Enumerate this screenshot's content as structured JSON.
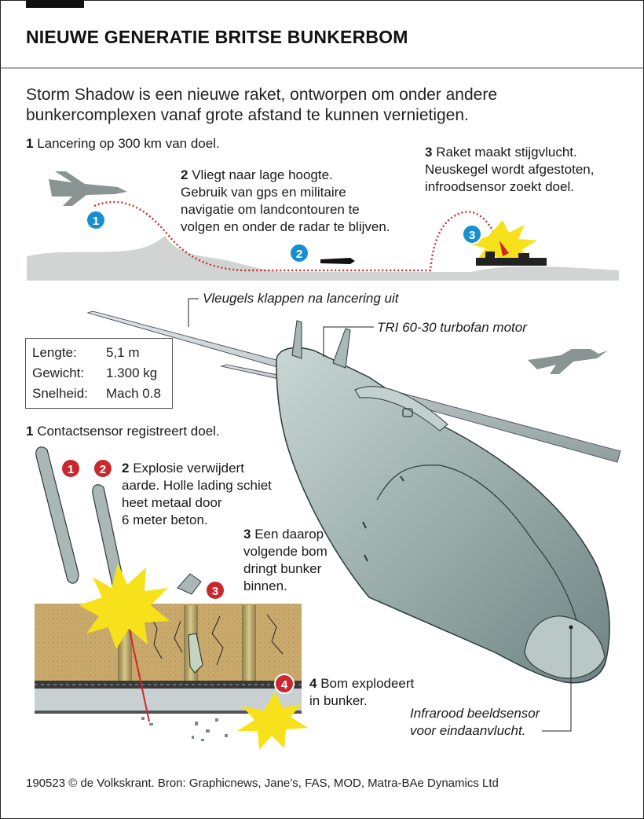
{
  "header": {
    "title": "NIEUWE GENERATIE BRITSE BUNKERBOM"
  },
  "intro": "Storm Shadow is een nieuwe raket, ontworpen om onder andere bunkercomplexen vanaf grote afstand te kunnen vernietigen.",
  "flight_steps": [
    {
      "num": "1",
      "lines": [
        "Lancering op 300 km van doel."
      ]
    },
    {
      "num": "2",
      "lines": [
        "Vliegt naar lage hoogte.",
        "Gebruik van gps en militaire",
        "navigatie om landcontouren te",
        "volgen en onder de radar te blijven."
      ]
    },
    {
      "num": "3",
      "lines": [
        "Raket maakt stijgvlucht.",
        "Neuskegel wordt afgestoten,",
        "infroodsensor zoekt doel."
      ]
    }
  ],
  "callouts": {
    "wings": "Vleugels klappen na lancering uit",
    "motor": "TRI 60-30 turbofan motor",
    "sensor_line1": "Infrarood beeldsensor",
    "sensor_line2": "voor eindaanvlucht."
  },
  "specs": [
    {
      "label": "Lengte:",
      "value": "5,1 m"
    },
    {
      "label": "Gewicht:",
      "value": "1.300 kg"
    },
    {
      "label": "Snelheid:",
      "value": "Mach 0.8"
    }
  ],
  "impact_steps": [
    {
      "num": "1",
      "lines": [
        "Contactsensor registreert doel."
      ]
    },
    {
      "num": "2",
      "lines": [
        "Explosie verwijdert",
        "aarde. Holle lading schiet",
        "heet metaal door",
        "6 meter beton."
      ]
    },
    {
      "num": "3",
      "lines": [
        "Een daarop",
        "volgende bom",
        "dringt bunker",
        "binnen."
      ]
    },
    {
      "num": "4",
      "lines": [
        "Bom explodeert",
        "in bunker."
      ]
    }
  ],
  "badges": {
    "flight": [
      "1",
      "2",
      "3"
    ],
    "impact": [
      "1",
      "2",
      "3",
      "4"
    ]
  },
  "colors": {
    "flight_badge": "#1a8fd0",
    "impact_badge": "#c8282e",
    "trajectory": "#cc2a2a",
    "missile": "#9fb0ae",
    "soil": "#c8a86b"
  },
  "footer": "190523 © de Volkskrant. Bron: Graphicnews, Jane’s, FAS, MOD, Matra-BAe Dynamics Ltd"
}
